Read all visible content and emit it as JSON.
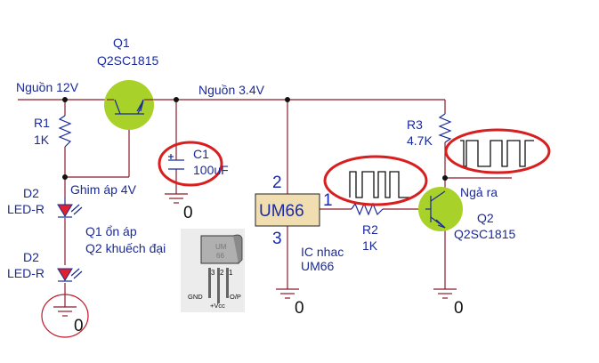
{
  "diagram": {
    "title": "UM66 music IC circuit with voltage regulator and amplifier",
    "colors": {
      "wire": "#8b1a2a",
      "label": "#1a2a9a",
      "transistor_highlight": "#a8d12a",
      "annotation_ring": "#d81e1e",
      "led": "#e0202a",
      "ic_fill": "#f0ddb0"
    },
    "rails": {
      "input": "Nguồn 12V",
      "regulated": "Nguồn 3.4V"
    },
    "components": {
      "q1": {
        "ref": "Q1",
        "part": "Q2SC1815"
      },
      "q2": {
        "ref": "Q2",
        "part": "Q2SC1815"
      },
      "r1": {
        "ref": "R1",
        "value": "1K"
      },
      "r2": {
        "ref": "R2",
        "value": "1K"
      },
      "r3": {
        "ref": "R3",
        "value": "4.7K"
      },
      "c1": {
        "ref": "C1",
        "value": "100uF"
      },
      "d2a": {
        "ref": "D2",
        "part": "LED-R"
      },
      "d2b": {
        "ref": "D2",
        "part": "LED-R"
      },
      "ic": {
        "name": "UM66",
        "pin_vcc": "2",
        "pin_out": "1",
        "pin_gnd": "3",
        "desc_line1": "IC nhac",
        "desc_line2": "UM66"
      }
    },
    "annotations": {
      "clamp": "Ghim áp 4V",
      "role_line1": "Q1 ổn áp",
      "role_line2": "Q2 khuếch đại",
      "output": "Ngả ra"
    },
    "grounds": {
      "c1": "0",
      "ic": "0",
      "q2": "0",
      "led": "0"
    },
    "pinout_image": {
      "body_line1": "UM",
      "body_line2": "66",
      "pin3": "3",
      "pin2": "2",
      "pin1": "1",
      "gnd_label": "GND",
      "vcc_label": "+Vcc",
      "out_label": "O/P"
    }
  }
}
